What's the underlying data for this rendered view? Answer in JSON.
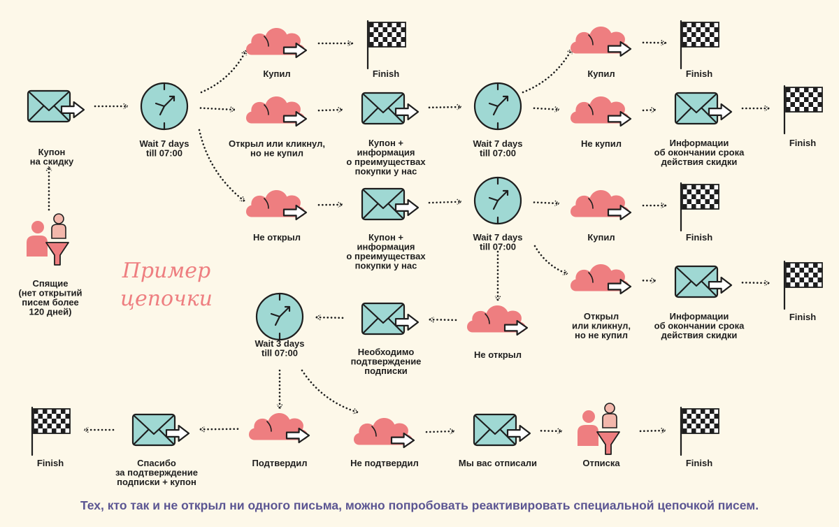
{
  "title_lines": [
    "Пример",
    "цепочки"
  ],
  "footer": "Тех, кто так и не открыл ни одного письма, можно попробовать реактивировать специальной цепочкой писем.",
  "nodes": [
    {
      "id": "coupon",
      "type": "email",
      "lines": [
        "Купон",
        "на скидку"
      ]
    },
    {
      "id": "sleeping",
      "type": "people",
      "lines": [
        "Спящие",
        "(нет открытий",
        "писем более",
        "120 дней)"
      ]
    },
    {
      "id": "wait1",
      "type": "clock",
      "lines": [
        "Wait 7 days",
        "till 07:00"
      ]
    },
    {
      "id": "bought1",
      "type": "cloud",
      "lines": [
        "Купил"
      ]
    },
    {
      "id": "finish1",
      "type": "flag",
      "lines": [
        "Finish"
      ]
    },
    {
      "id": "opened1",
      "type": "cloud",
      "lines": [
        "Открыл или кликнул,",
        "но не купил"
      ]
    },
    {
      "id": "email2",
      "type": "email",
      "lines": [
        "Купон +",
        "информация",
        "о преимуществах",
        "покупки у нас"
      ]
    },
    {
      "id": "wait2",
      "type": "clock",
      "lines": [
        "Wait 7 days",
        "till 07:00"
      ]
    },
    {
      "id": "bought2",
      "type": "cloud",
      "lines": [
        "Купил"
      ]
    },
    {
      "id": "finish2",
      "type": "flag",
      "lines": [
        "Finish"
      ]
    },
    {
      "id": "notbought",
      "type": "cloud",
      "lines": [
        "Не купил"
      ]
    },
    {
      "id": "email3",
      "type": "email",
      "lines": [
        "Информации",
        "об окончании срока",
        "действия скидки"
      ]
    },
    {
      "id": "finish3",
      "type": "flag",
      "lines": [
        "Finish"
      ]
    },
    {
      "id": "notopened1",
      "type": "cloud",
      "lines": [
        "Не открыл"
      ]
    },
    {
      "id": "email4",
      "type": "email",
      "lines": [
        "Купон +",
        "информация",
        "о преимуществах",
        "покупки у нас"
      ]
    },
    {
      "id": "wait3",
      "type": "clock",
      "lines": [
        "Wait 7 days",
        "till 07:00"
      ]
    },
    {
      "id": "bought3",
      "type": "cloud",
      "lines": [
        "Купил"
      ]
    },
    {
      "id": "finish4",
      "type": "flag",
      "lines": [
        "Finish"
      ]
    },
    {
      "id": "opened2",
      "type": "cloud",
      "lines": [
        "Открыл",
        "или кликнул,",
        "но не купил"
      ]
    },
    {
      "id": "email5",
      "type": "email",
      "lines": [
        "Информации",
        "об окончании срока",
        "действия скидки"
      ]
    },
    {
      "id": "finish5",
      "type": "flag",
      "lines": [
        "Finish"
      ]
    },
    {
      "id": "notopened2",
      "type": "cloud",
      "lines": [
        "Не открыл"
      ]
    },
    {
      "id": "confirm_req",
      "type": "email",
      "lines": [
        "Необходимо",
        "подтверждение",
        "подписки"
      ]
    },
    {
      "id": "wait4",
      "type": "clock",
      "lines": [
        "Wait 3 days",
        "till 07:00"
      ]
    },
    {
      "id": "confirmed",
      "type": "cloud",
      "lines": [
        "Подтвердил"
      ]
    },
    {
      "id": "thanks",
      "type": "email",
      "lines": [
        "Спасибо",
        "за подтверждение",
        "подписки + купон"
      ]
    },
    {
      "id": "finish6",
      "type": "flag",
      "lines": [
        "Finish"
      ]
    },
    {
      "id": "notconfirmed",
      "type": "cloud",
      "lines": [
        "Не подтвердил"
      ]
    },
    {
      "id": "unsub_mail",
      "type": "email",
      "lines": [
        "Мы вас отписали"
      ]
    },
    {
      "id": "unsubscribe",
      "type": "people",
      "lines": [
        "Отписка"
      ]
    },
    {
      "id": "finish7",
      "type": "flag",
      "lines": [
        "Finish"
      ]
    }
  ],
  "edges": [
    [
      "sleeping",
      "coupon"
    ],
    [
      "coupon",
      "wait1"
    ],
    [
      "wait1",
      "bought1"
    ],
    [
      "bought1",
      "finish1"
    ],
    [
      "wait1",
      "opened1"
    ],
    [
      "opened1",
      "email2"
    ],
    [
      "email2",
      "wait2"
    ],
    [
      "wait2",
      "bought2"
    ],
    [
      "bought2",
      "finish2"
    ],
    [
      "wait2",
      "notbought"
    ],
    [
      "notbought",
      "email3"
    ],
    [
      "email3",
      "finish3"
    ],
    [
      "wait1",
      "notopened1"
    ],
    [
      "notopened1",
      "email4"
    ],
    [
      "email4",
      "wait3"
    ],
    [
      "wait3",
      "bought3"
    ],
    [
      "bought3",
      "finish4"
    ],
    [
      "wait3",
      "opened2"
    ],
    [
      "opened2",
      "email5"
    ],
    [
      "email5",
      "finish5"
    ],
    [
      "wait3",
      "notopened2"
    ],
    [
      "notopened2",
      "confirm_req"
    ],
    [
      "confirm_req",
      "wait4"
    ],
    [
      "wait4",
      "confirmed"
    ],
    [
      "confirmed",
      "thanks"
    ],
    [
      "thanks",
      "finish6"
    ],
    [
      "wait4",
      "notconfirmed"
    ],
    [
      "notconfirmed",
      "unsub_mail"
    ],
    [
      "unsub_mail",
      "unsubscribe"
    ],
    [
      "unsubscribe",
      "finish7"
    ]
  ],
  "colors": {
    "cloud": "#ee7e80",
    "mail": "#9fd8d3",
    "outline": "#1e1e1e",
    "background": "#fdf8e9",
    "title": "#ee7e80",
    "footer": "#5b5592",
    "person_pink": "#ee7e80",
    "person_light": "#f3b7ab"
  }
}
